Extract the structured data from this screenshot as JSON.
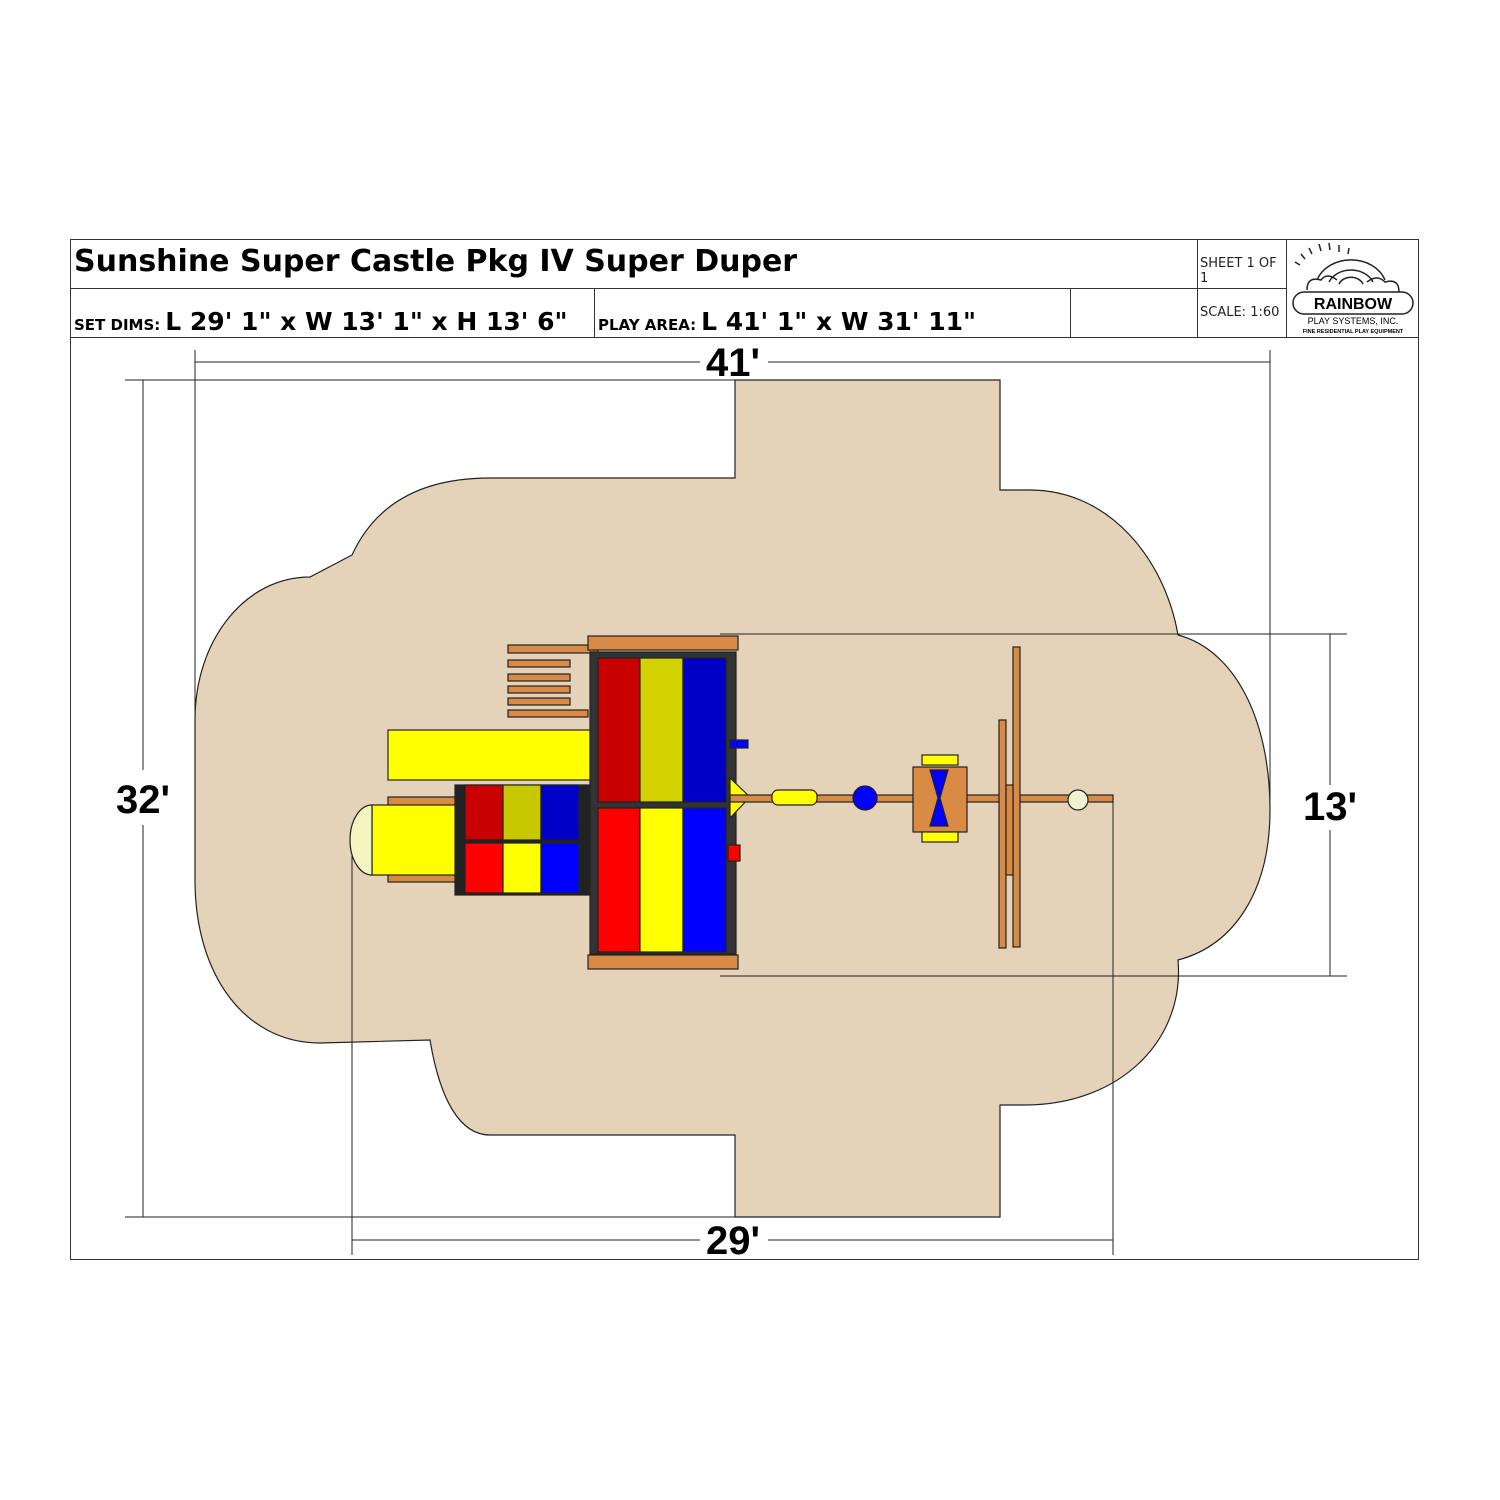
{
  "title": "Sunshine Super Castle Pkg IV Super Duper",
  "sheet": "SHEET 1 OF 1",
  "scale": "SCALE: 1:60",
  "set_dims": {
    "label": "SET DIMS:",
    "value": "L 29' 1\" x W 13' 1\" x H 13' 6\""
  },
  "play_area": {
    "label": "PLAY AREA:",
    "value": "L 41' 1\" x W 31' 11\""
  },
  "logo": {
    "name": "RAINBOW",
    "sub": "PLAY SYSTEMS, INC.",
    "tagline": "FINE RESIDENTIAL PLAY EQUIPMENT"
  },
  "dimensions": {
    "top": "41'",
    "left": "32'",
    "right": "13'",
    "bottom": "29'"
  },
  "colors": {
    "play_area": "#e5d3b9",
    "wood": "#d98a45",
    "red": "#ff0000",
    "yellow": "#ffff00",
    "blue": "#0000ff",
    "dark_red": "#c80000",
    "dark_yellow": "#d2d200",
    "dark_blue": "#0000c8"
  }
}
